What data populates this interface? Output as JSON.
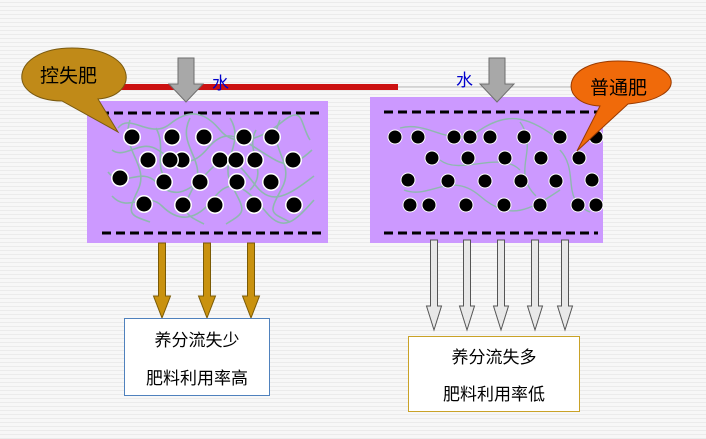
{
  "labels": {
    "controlled_fertilizer": "控失肥",
    "ordinary_fertilizer": "普通肥",
    "water_left": "水",
    "water_right": "水"
  },
  "results": {
    "left": {
      "line1": "养分流失少",
      "line2": "肥料利用率高"
    },
    "right": {
      "line1": "养分流失多",
      "line2": "肥料利用率低"
    }
  },
  "colors": {
    "block_fill": "#cc99ff",
    "left_callout": "#c08a18",
    "right_callout": "#f06a0a",
    "water_bar": "#cc1111",
    "water_arrow": "#a8a8a8",
    "leach_arrow_left": "#c9920f",
    "leach_arrow_right": "#e8e8e8",
    "particle": "#000000",
    "network_line": "#8fb8b0",
    "water_text": "#0000cc"
  },
  "particles": {
    "left_count": 22,
    "right_count": 26
  },
  "leach_arrows": {
    "left_count": 3,
    "right_count": 5
  }
}
